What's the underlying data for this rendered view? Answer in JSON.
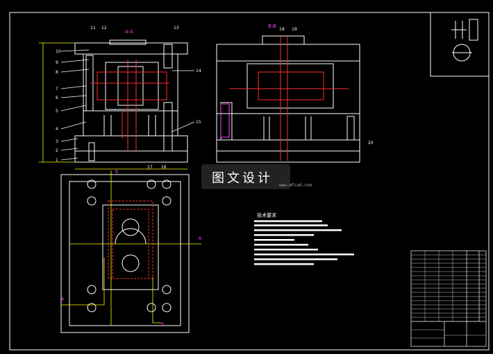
{
  "views": {
    "section_aa_label": "A-A",
    "section_bb_label": "B-B"
  },
  "part_numbers": {
    "left": [
      "10",
      "9",
      "8",
      "7",
      "6",
      "5",
      "4",
      "3",
      "2",
      "1"
    ],
    "top": [
      "11",
      "12",
      "13"
    ],
    "right": [
      "14",
      "15"
    ],
    "bottom": [
      "17",
      "16"
    ],
    "section_b": [
      "18",
      "19",
      "20"
    ]
  },
  "plan_markers": {
    "a_top": "A",
    "a_left": "A",
    "b_top": "B",
    "b_bottom": "B"
  },
  "notes": {
    "heading": "技术要求"
  },
  "watermark": {
    "text": "图文设计",
    "sub": "www.mfcad.com"
  },
  "colors": {
    "background": "#000000",
    "outline": "#ffffff",
    "hidden": "#ff3030",
    "dimension": "#ffff00",
    "label": "#ff40ff",
    "center": "#00ffff"
  }
}
